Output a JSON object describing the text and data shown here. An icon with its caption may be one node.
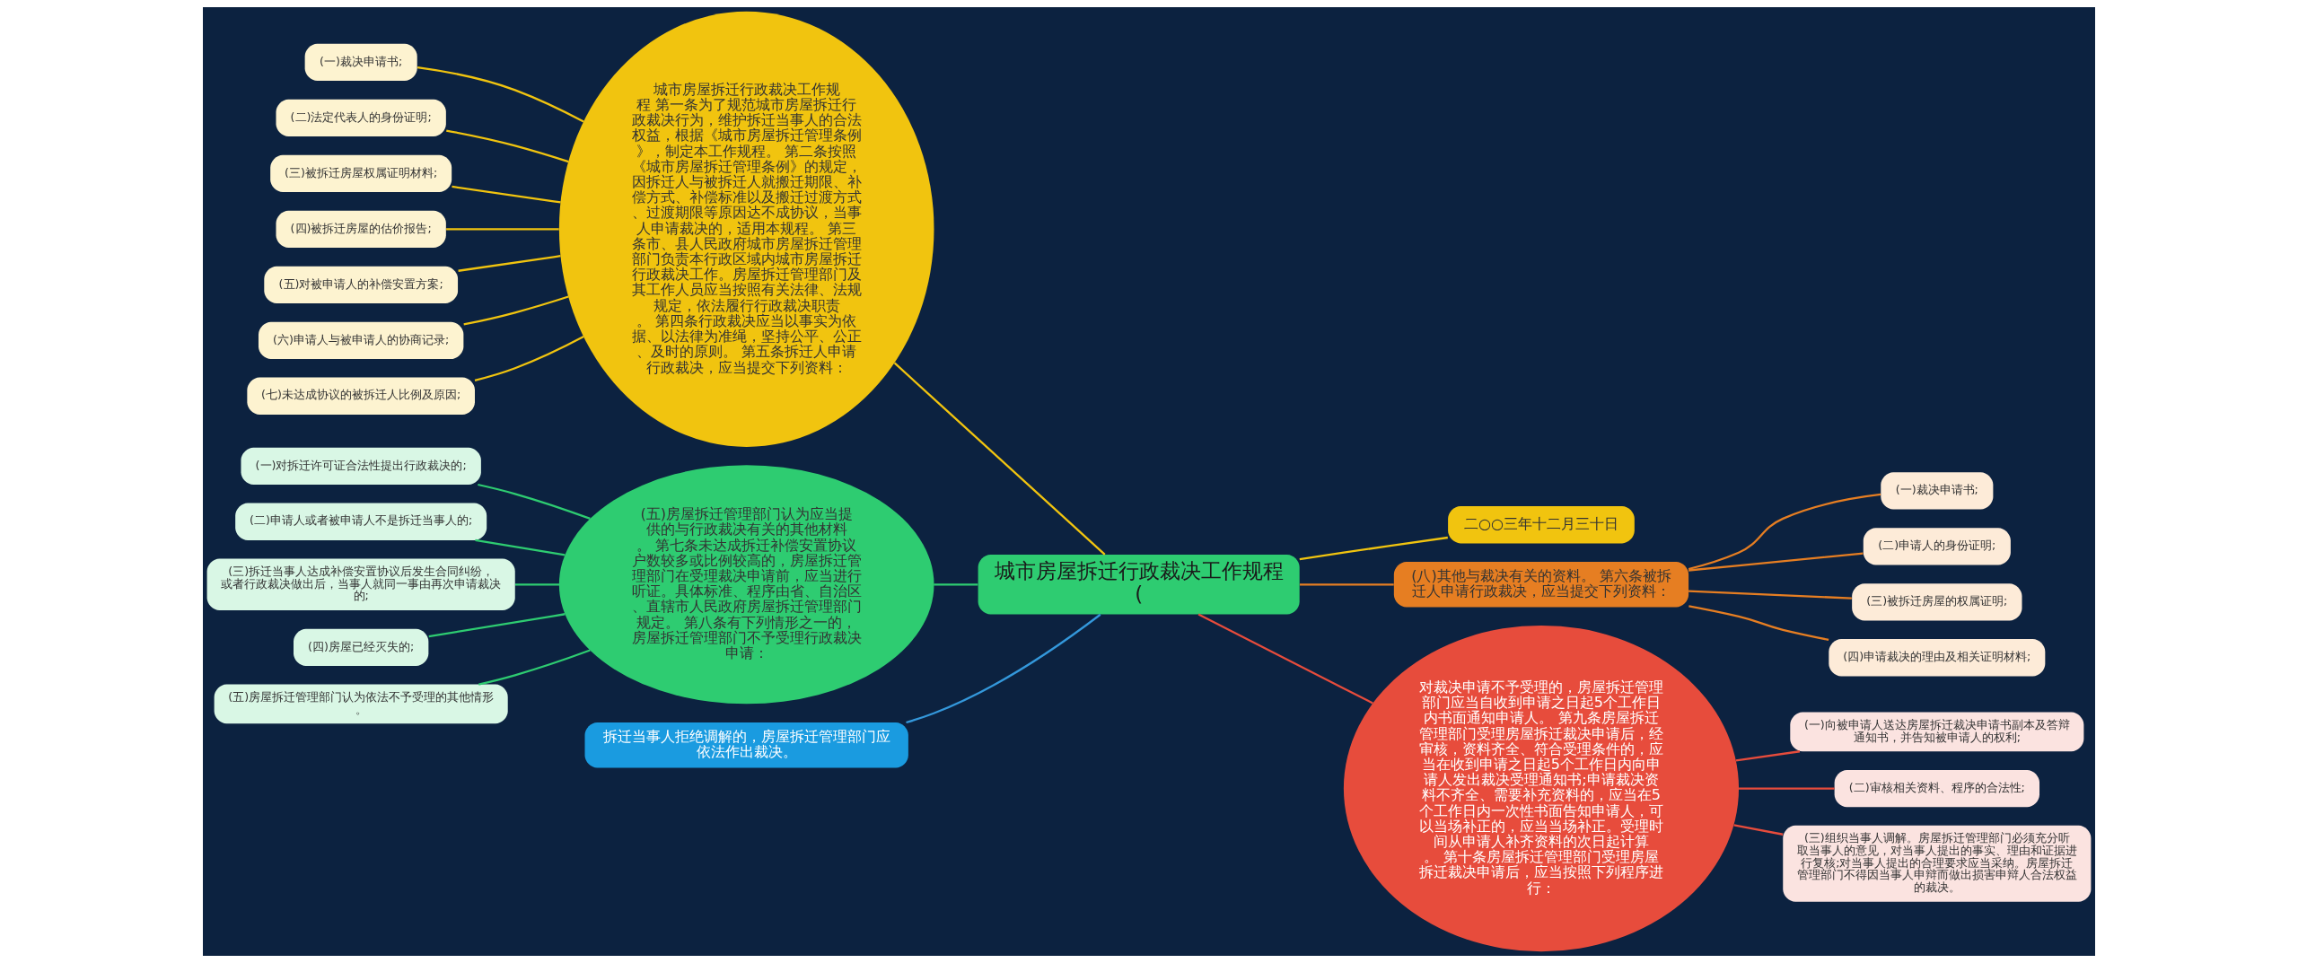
{
  "diagram": {
    "nodes": [
      {
        "text": [
          "城市房屋拆迁行政裁决工作规程("
        ]
      },
      {
        "text": [
          "城市房屋拆迁行政裁决工作规程 第一条为了规范城市房屋拆迁行政裁决行为，维护拆迁当事人的合法权益，根据《城市房屋拆迁管理条例》，制定本工作规程。 第二条按照《城市房屋拆迁管理条例》的规定，因拆迁人与被拆迁人就搬迁期限、补偿方式、补偿标准以及搬迁过渡方式、过渡期限等原因达不成协议，当事人申请裁决的，适用本规程。 第三条市、县人民政府城市房屋拆迁管理部门负责本行政区域内城市房屋拆迁行政裁决工作。房屋拆迁管理部门及其工作人员应当按照有关法律、法规规定，依法履行行政裁决职责。 第四条行政裁决应当以事实为依据、以法律为准绳，坚持公平、公正、及时的原则。 第五条拆迁人申请行政裁决，应当提交下列资料："
        ]
      },
      {
        "text": [
          "(一)裁决申请书;"
        ]
      },
      {
        "text": [
          "(二)法定代表人的身份证明;"
        ]
      },
      {
        "text": [
          "(三)被拆迁房屋权属证明材料;"
        ]
      },
      {
        "text": [
          "(四)被拆迁房屋的估价报告;"
        ]
      },
      {
        "text": [
          "(五)对被申请人的补偿安置方案;"
        ]
      },
      {
        "text": [
          "(六)申请人与被申请人的协商记录;"
        ]
      },
      {
        "text": [
          "(七)未达成协议的被拆迁人比例及原因;"
        ]
      },
      {
        "text": [
          "(五)房屋拆迁管理部门认为应当提供的与行政裁决有关的其他材料。 第七条未达成拆迁补偿安置协议户数较多或比例较高的，房屋拆迁管理部门在受理裁决申请前，应当进行听证。具体标准、程序由省、自治区、直辖市人民政府房屋拆迁管理部门规定。 第八条有下列情形之一的，房屋拆迁管理部门不予受理行政裁决申请："
        ]
      },
      {
        "text": [
          "(一)对拆迁许可证合法性提出行政裁决的;"
        ]
      },
      {
        "text": [
          "(二)申请人或者被申请人不是拆迁当事人的;"
        ]
      },
      {
        "text": [
          "(三)拆迁当事人达成补偿安置协议后发生合同纠纷，或者行政裁决做出后，当事人就同一事由再次申请裁决的;"
        ]
      },
      {
        "text": [
          "(四)房屋已经灭失的;"
        ]
      },
      {
        "text": [
          "(五)房屋拆迁管理部门认为依法不予受理的其他情形。"
        ]
      },
      {
        "text": [
          "拆迁当事人拒绝调解的，房屋拆迁管理部门应依法作出裁决。"
        ]
      },
      {
        "text": [
          "二○○三年十二月三十日"
        ]
      },
      {
        "text": [
          "(八)其他与裁决有关的资料。 第六条被拆迁人申请行政裁决，应当提交下列资料："
        ]
      },
      {
        "text": [
          "(一)裁决申请书;"
        ]
      },
      {
        "text": [
          "(二)申请人的身份证明;"
        ]
      },
      {
        "text": [
          "(三)被拆迁房屋的权属证明;"
        ]
      },
      {
        "text": [
          "(四)申请裁决的理由及相关证明材料;"
        ]
      },
      {
        "text": [
          "对裁决申请不予受理的，房屋拆迁管理部门应当自收到申请之日起5个工作日内书面通知申请人。 第九条房屋拆迁管理部门受理房屋拆迁裁决申请后，经审核，资料齐全、符合受理条件的，应当在收到申请之日起5个工作日内向申请人发出裁决受理通知书;申请裁决资料不齐全、需要补充资料的，应当在5个工作日内一次性书面告知申请人，可以当场补正的，应当当场补正。受理时间从申请人补齐资料的次日起计算。 第十条房屋拆迁管理部门受理房屋拆迁裁决申请后，应当按照下列程序进行："
        ]
      },
      {
        "text": [
          "(一)向被申请人送达房屋拆迁裁决申请书副本及答辩通知书，并告知被申请人的权利;"
        ]
      },
      {
        "text": [
          "(二)审核相关资料、程序的合法性;"
        ]
      },
      {
        "text": [
          "(三)组织当事人调解。房屋拆迁管理部门必须充分听取当事人的意见，对当事人提出的事实、理由和证据进行复核;对当事人提出的合理要求应当采纳。房屋拆迁管理部门不得因当事人申辩而做出损害申辩人合法权益的裁决。"
        ]
      }
    ],
    "edges": [
      {
        "from": 0,
        "to": 1,
        "arrow": "none",
        "color": "#f1c40f"
      },
      {
        "from": 1,
        "to": 2,
        "arrow": "none",
        "color": "#f1c40f"
      },
      {
        "from": 1,
        "to": 3,
        "arrow": "none",
        "color": "#f1c40f"
      },
      {
        "from": 1,
        "to": 4,
        "arrow": "none",
        "color": "#f1c40f"
      },
      {
        "from": 1,
        "to": 5,
        "arrow": "none",
        "color": "#f1c40f"
      },
      {
        "from": 1,
        "to": 6,
        "arrow": "none",
        "color": "#f1c40f"
      },
      {
        "from": 1,
        "to": 7,
        "arrow": "none",
        "color": "#f1c40f"
      },
      {
        "from": 1,
        "to": 8,
        "arrow": "none",
        "color": "#f1c40f"
      },
      {
        "from": 0,
        "to": 9,
        "arrow": "none",
        "color": "#2ecc71"
      },
      {
        "from": 9,
        "to": 10,
        "arrow": "none",
        "color": "#2ecc71"
      },
      {
        "from": 9,
        "to": 11,
        "arrow": "none",
        "color": "#2ecc71"
      },
      {
        "from": 9,
        "to": 12,
        "arrow": "none",
        "color": "#2ecc71"
      },
      {
        "from": 9,
        "to": 13,
        "arrow": "none",
        "color": "#2ecc71"
      },
      {
        "from": 9,
        "to": 14,
        "arrow": "none",
        "color": "#2ecc71"
      },
      {
        "from": 0,
        "to": 15,
        "arrow": "none",
        "color": "#3498db"
      },
      {
        "from": 0,
        "to": 16,
        "arrow": "none",
        "color": "#f1c40f"
      },
      {
        "from": 0,
        "to": 17,
        "arrow": "none",
        "color": "#e67e22"
      },
      {
        "from": 17,
        "to": 18,
        "arrow": "none",
        "color": "#e67e22"
      },
      {
        "from": 17,
        "to": 19,
        "arrow": "none",
        "color": "#e67e22"
      },
      {
        "from": 17,
        "to": 20,
        "arrow": "none",
        "color": "#e67e22"
      },
      {
        "from": 17,
        "to": 21,
        "arrow": "none",
        "color": "#e67e22"
      },
      {
        "from": 0,
        "to": 22,
        "arrow": "none",
        "color": "#e74c3c"
      },
      {
        "from": 22,
        "to": 23,
        "arrow": "none",
        "color": "#e74c3c"
      },
      {
        "from": 22,
        "to": 24,
        "arrow": "none",
        "color": "#e74c3c"
      },
      {
        "from": 22,
        "to": 25,
        "arrow": "none",
        "color": "#e74c3c"
      }
    ]
  }
}
